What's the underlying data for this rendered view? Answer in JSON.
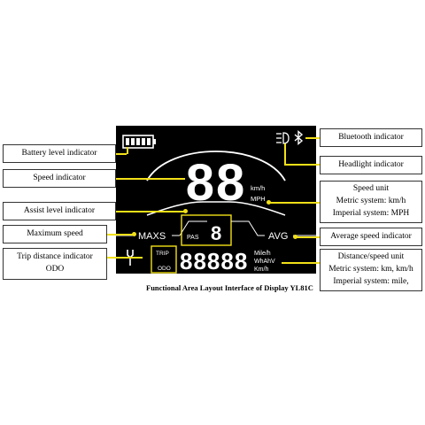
{
  "left_labels": {
    "battery": "Battery level indicator",
    "speed": "Speed indicator",
    "assist": "Assist level indicator",
    "max_speed": "Maximum speed",
    "trip_odo_line1": "Trip distance indicator",
    "trip_odo_line2": "ODO"
  },
  "right_labels": {
    "bluetooth": "Bluetooth indicator",
    "headlight": "Headlight indicator",
    "speed_unit_title": "Speed unit",
    "speed_unit_metric": "Metric system: km/h",
    "speed_unit_imperial": "Imperial system: MPH",
    "avg_speed": "Average speed indicator",
    "distance_title": "Distance/speed unit",
    "distance_metric": "Metric system: km, km/h",
    "distance_imperial": "Imperial system: mile,"
  },
  "caption": "Functional Area Layout Interface of Display YL81C",
  "display": {
    "speed_digits": "88",
    "unit_kmh": "km/h",
    "unit_mph": "MPH",
    "maxs": "MAXS",
    "avg": "AVG",
    "pas": "PAS",
    "pas_digit": "8",
    "trip": "TRIP",
    "odo": "ODO",
    "odometer_digits": "88888",
    "unit_mile_h": "Mile/h",
    "unit_whahv": "WhAhV",
    "unit_km_h": "Km/h",
    "battery_bars": 5
  },
  "colors": {
    "accent": "#f2e018",
    "digits": "#ffffff",
    "background": "#000000"
  }
}
